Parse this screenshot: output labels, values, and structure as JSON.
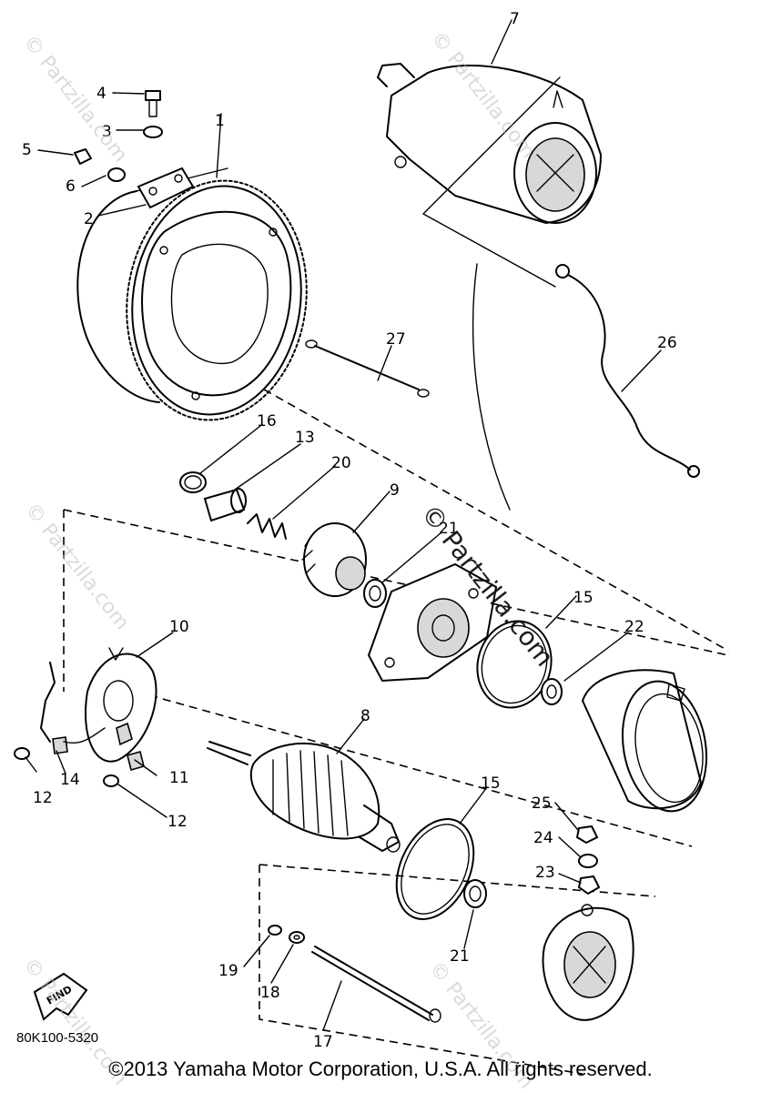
{
  "diagram": {
    "callouts": [
      "1",
      "2",
      "3",
      "4",
      "5",
      "6",
      "7",
      "8",
      "9",
      "10",
      "11",
      "12",
      "12",
      "13",
      "14",
      "15",
      "15",
      "16",
      "17",
      "18",
      "19",
      "20",
      "21",
      "21",
      "22",
      "23",
      "24",
      "25",
      "26",
      "27"
    ],
    "drawing_code": "80K100-5320",
    "find_badge": "FIND",
    "watermark": "© Partzilla.com",
    "copyright": "©2013 Yamaha Motor Corporation, U.S.A. All rights reserved."
  }
}
